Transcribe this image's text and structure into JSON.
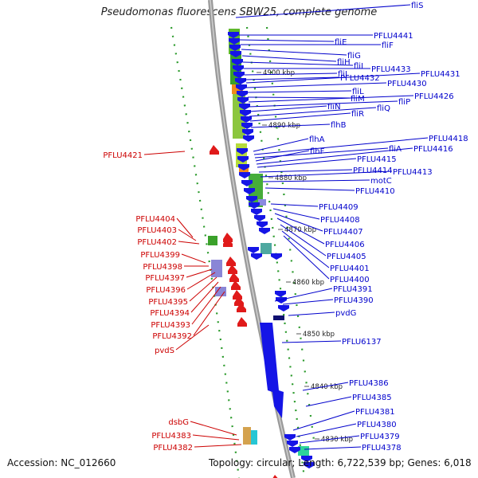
{
  "title": "Pseudomonas fluorescens SBW25, complete genome",
  "accession": "Accession: NC_012660",
  "summary": "Topology: circular; Length: 6,722,539 bp; Genes: 6,018",
  "colors": {
    "forward_gene": "#1515e6",
    "reverse_gene": "#e01a1a",
    "backbone": "#8c8c8c",
    "gc_track": "#2a9a2a",
    "label_forward": "#0000cc",
    "label_reverse": "#cc0000"
  },
  "kbp_ticks": [
    "4900 kbp",
    "4890 kbp",
    "4880 kbp",
    "4870 kbp",
    "4860 kbp",
    "4850 kbp",
    "4840 kbp",
    "4830 kbp"
  ],
  "forward_labels": [
    "fliS",
    "PFLU4441",
    "fliE",
    "fliF",
    "fliG",
    "fliH",
    "fliI",
    "PFLU4433",
    "fliJ",
    "PFLU4432",
    "PFLU4431",
    "PFLU4430",
    "fliL",
    "fliM",
    "PFLU4426",
    "fliP",
    "fliN",
    "fliQ",
    "fliR",
    "flhB",
    "flhA",
    "PFLU4418",
    "fliA",
    "flhF",
    "PFLU4416",
    "PFLU4415",
    "PFLU4414",
    "PFLU4413",
    "motC",
    "PFLU4410",
    "PFLU4409",
    "PFLU4408",
    "PFLU4407",
    "PFLU4406",
    "PFLU4405",
    "PFLU4401",
    "PFLU4400",
    "PFLU4391",
    "PFLU4390",
    "pvdG",
    "PFLU6137",
    "PFLU4386",
    "PFLU4385",
    "PFLU4381",
    "PFLU4380",
    "PFLU4379",
    "PFLU4378"
  ],
  "reverse_labels": [
    "PFLU4421",
    "PFLU4404",
    "PFLU4403",
    "PFLU4402",
    "PFLU4399",
    "PFLU4398",
    "PFLU4397",
    "PFLU4396",
    "PFLU4395",
    "PFLU4394",
    "PFLU4393",
    "PFLU4392",
    "pvdS",
    "dsbG",
    "PFLU4383",
    "PFLU4382"
  ]
}
